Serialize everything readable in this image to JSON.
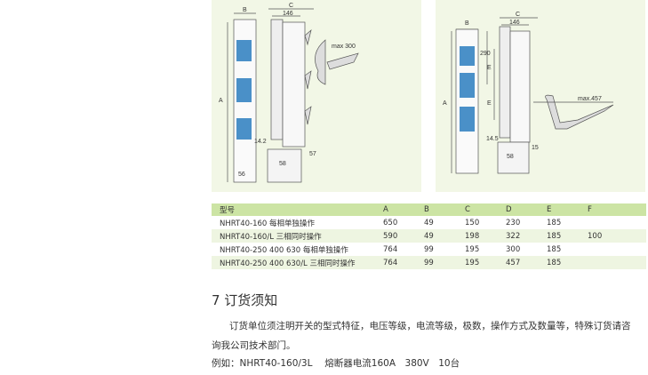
{
  "figures": [
    {
      "labels": {
        "b": "B",
        "c": "C",
        "w": "146",
        "a": "A",
        "max": "max 300",
        "x1": "14.2",
        "x2": "57",
        "x3": "58",
        "x4": "56"
      }
    },
    {
      "labels": {
        "b": "B",
        "c": "C",
        "w": "146",
        "a": "A",
        "h": "290",
        "e1": "E",
        "e2": "E",
        "max": "max.457",
        "x1": "14.5",
        "x2": "15",
        "x3": "58"
      }
    }
  ],
  "table": {
    "headers": [
      "型号",
      "A",
      "B",
      "C",
      "D",
      "E",
      "F"
    ],
    "rows": [
      [
        "NHRT40-160 每相单独操作",
        "650",
        "49",
        "150",
        "230",
        "185",
        ""
      ],
      [
        "NHRT40-160/L 三相同时操作",
        "590",
        "49",
        "198",
        "322",
        "185",
        "100"
      ],
      [
        "NHRT40-250 400 630 每相单独操作",
        "764",
        "99",
        "195",
        "300",
        "185",
        ""
      ],
      [
        "NHRT40-250 400 630/L 三相同时操作",
        "764",
        "99",
        "195",
        "457",
        "185",
        ""
      ]
    ]
  },
  "section": {
    "title": "7 订货须知",
    "line1": "订货单位须注明开关的型式特征，电压等级，电流等级，极数，操作方式及数量等，特殊订货请咨",
    "line2": "询我公司技术部门。",
    "example": "例如：NHRT40-160/3L　 熔断器电流160A　380V　10台"
  }
}
